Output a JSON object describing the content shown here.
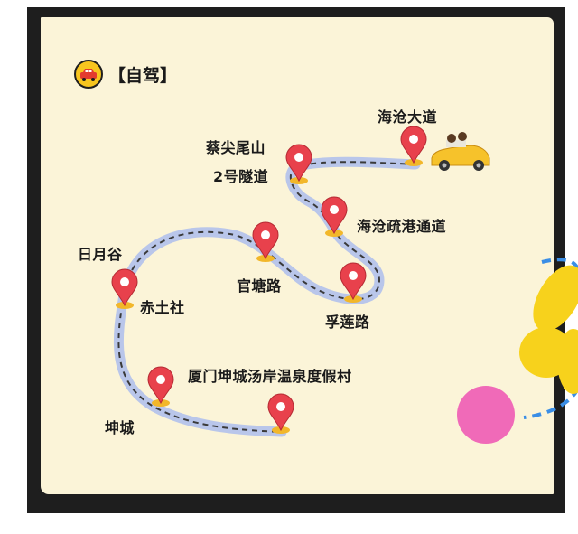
{
  "title": {
    "text": "【自驾】",
    "icon": "taxi-icon"
  },
  "route_labels": [
    {
      "id": "haicang-avenue",
      "text": "海沧大道"
    },
    {
      "id": "caijianweishan",
      "text": "蔡尖尾山"
    },
    {
      "id": "tunnel-2",
      "text": "2号隧道"
    },
    {
      "id": "haicang-port",
      "text": "海沧疏港通道"
    },
    {
      "id": "riyuegu",
      "text": "日月谷"
    },
    {
      "id": "guantang-road",
      "text": "官塘路"
    },
    {
      "id": "chitushe",
      "text": "赤土社"
    },
    {
      "id": "fulian-road",
      "text": "孚莲路"
    },
    {
      "id": "resort",
      "text": "厦门坤城汤岸温泉度假村"
    },
    {
      "id": "kuncheng",
      "text": "坤城"
    }
  ],
  "colors": {
    "paper": "#fbf4d8",
    "route": "#b9c6ea",
    "dash": "#3a3a3a",
    "pin": "#e8414c",
    "pin_base": "#f2b72a",
    "accent_yellow": "#f7c51e",
    "accent_pink": "#f06ab8",
    "accent_blue": "#3a8ee6"
  }
}
